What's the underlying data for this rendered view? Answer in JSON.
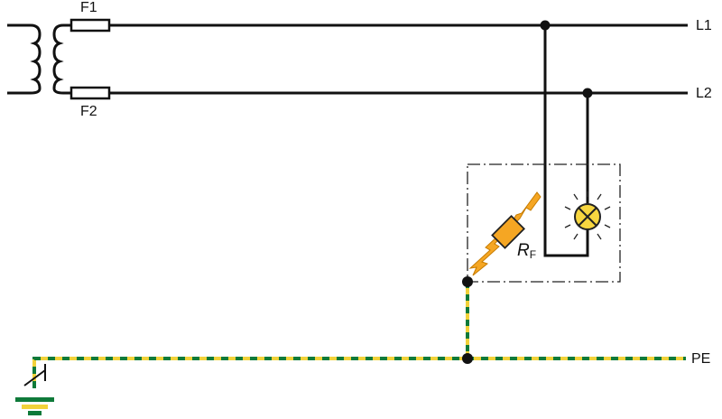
{
  "diagram": {
    "type": "electrical schematic (IT system insulation fault)",
    "labels": {
      "fuse1": "F1",
      "fuse2": "F2",
      "line1": "L1",
      "line2": "L2",
      "protective_earth": "PE",
      "fault_resistance_main": "R",
      "fault_resistance_sub": "F"
    },
    "colors": {
      "conductor": "#111111",
      "pe_green": "#0f7a3a",
      "pe_yellow": "#f2d23a",
      "fault_orange": "#f5a623",
      "lamp_fill": "#f7d640",
      "enclosure_dash": "#222222"
    },
    "components": [
      {
        "id": "transformer",
        "kind": "transformer"
      },
      {
        "id": "F1",
        "kind": "fuse",
        "line": "L1"
      },
      {
        "id": "F2",
        "kind": "fuse",
        "line": "L2"
      },
      {
        "id": "lamp",
        "kind": "lamp",
        "connects": [
          "L1",
          "L2"
        ]
      },
      {
        "id": "RF",
        "kind": "fault resistance",
        "to": "enclosure"
      },
      {
        "id": "earth",
        "kind": "ground connection via switch",
        "on": "PE"
      }
    ]
  }
}
